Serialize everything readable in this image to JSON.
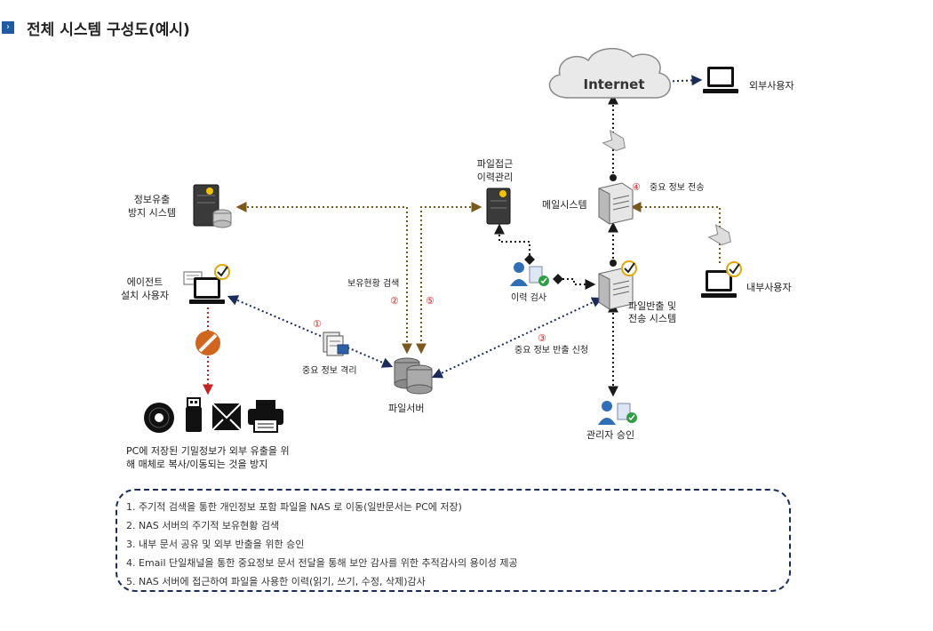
{
  "page": {
    "title": "전체 시스템 구성도(예시)",
    "title_icon": "chevron-right-icon"
  },
  "colors": {
    "accent": "#1f5aa6",
    "brown_arrow": "#7a5a1c",
    "black_arrow": "#1a1a1a",
    "red_arrow": "#c82020",
    "number": "#d21f1f",
    "dashed_border": "#1a2c5a"
  },
  "diagram": {
    "internet": "Internet",
    "external_user": "외부사용자",
    "dlp_system": [
      "정보유출",
      "방지 시스템"
    ],
    "file_access_log": [
      "파일접근",
      "이력관리"
    ],
    "mail_system": "메일시스템",
    "send_important": "중요 정보 전송",
    "internal_user": "내부사용자",
    "agent_user": [
      "에이전트",
      "설치 사용자"
    ],
    "holding_check": "보유현황 검색",
    "history_check": "이력 검사",
    "file_export_system": [
      "파일반출 및",
      "전송 시스템"
    ],
    "export_request": "중요 정보 반출 신청",
    "isolation": "중요 정보 격리",
    "file_server": "파일서버",
    "admin_approval": "관리자 승인",
    "media_block": [
      "PC에 저장된 기밀정보가 외부 유출을 위",
      "해 매체로 복사/이동되는 것을 방지"
    ],
    "step_numbers": [
      "①",
      "②",
      "③",
      "④",
      "⑤"
    ]
  },
  "notes": [
    "1. 주기적 검색을 통한 개인정보 포함 파일을 NAS 로 이동(일반문서는 PC에 저장)",
    "2. NAS 서버의 주기적 보유현황 검색",
    "3. 내부 문서 공유 및 외부 반출을 위한 승인",
    "4. Email 단일채널을 통한 중요정보 문서 전달을 통해 보안 감사를 위한 추적감사의 용이성 제공",
    "5. NAS 서버에 접근하여 파일을 사용한 이력(읽기, 쓰기, 수정, 삭제)감사"
  ]
}
